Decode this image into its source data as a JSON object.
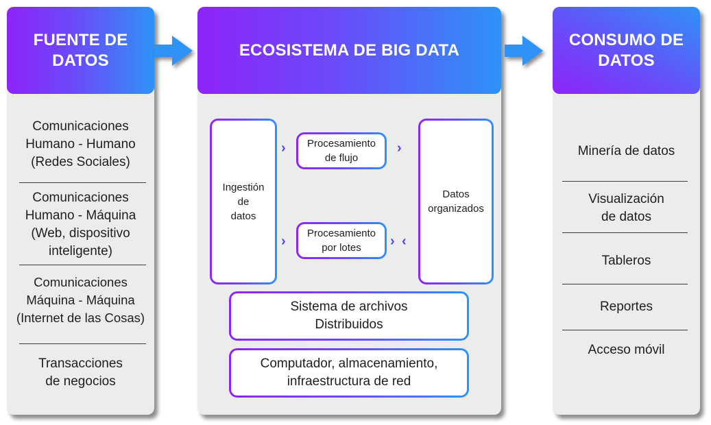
{
  "colors": {
    "gradient_start": "#8e24f9",
    "gradient_end": "#2f92f8",
    "arrow": "#2f92f8",
    "panel_bg": "#ececec",
    "chevron": "#5b3ff0"
  },
  "fuente": {
    "title": "FUENTE DE\nDATOS",
    "items": [
      "Comunicaciones\nHumano - Humano\n(Redes Sociales)",
      "Comunicaciones\nHumano - Máquina\n(Web, dispositivo\ninteligente)",
      "Comunicaciones\nMáquina - Máquina\n(Internet de las Cosas)",
      "Transacciones\nde negocios"
    ]
  },
  "ecosistema": {
    "title": "ECOSISTEMA DE BIG DATA",
    "ingestion": "Ingestión\nde\ndatos",
    "proc_flujo": "Procesamiento\nde flujo",
    "proc_lotes": "Procesamiento\npor lotes",
    "datos_organizados": "Datos\norganizados",
    "sistema_archivos": "Sistema de archivos\nDistribuidos",
    "infraestructura": "Computador, almacenamiento,\ninfraestructura de red",
    "chevron_right": "›",
    "chevron_left": "‹"
  },
  "consumo": {
    "title": "CONSUMO DE\nDATOS",
    "items": [
      "Minería de datos",
      "Visualización\nde datos",
      "Tableros",
      "Reportes",
      "Acceso móvil"
    ]
  }
}
